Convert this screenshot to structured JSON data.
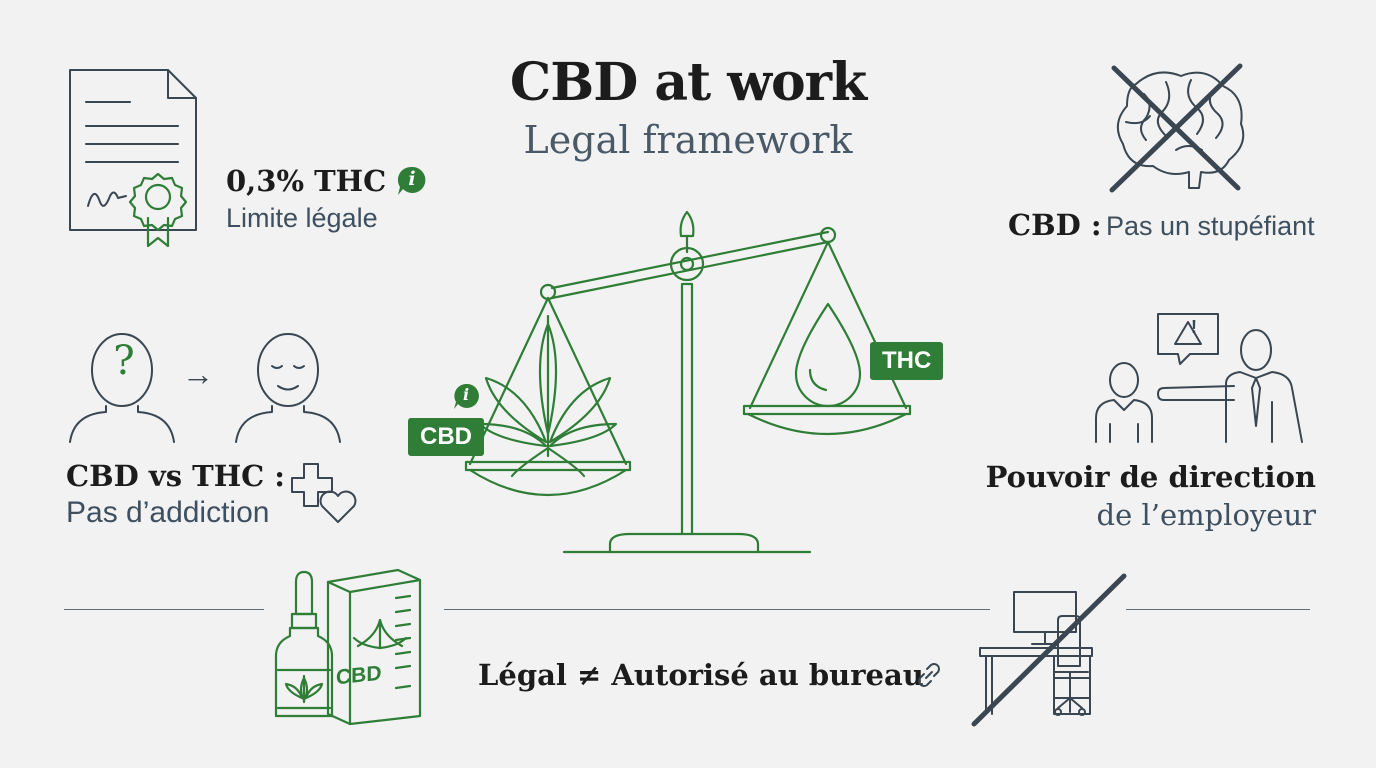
{
  "header": {
    "title": "CBD at work",
    "subtitle": "Legal framework"
  },
  "thc_limit": {
    "value": "0,3% THC",
    "label": "Limite légale"
  },
  "narcotic": {
    "bold": "CBD :",
    "text": "Pas un stupéfiant"
  },
  "addiction": {
    "bold": "CBD vs THC :",
    "text": "Pas d’addiction"
  },
  "employer": {
    "bold": "Pouvoir de direction",
    "text": "de l’employeur"
  },
  "scale": {
    "left_tag": "CBD",
    "right_tag": "THC"
  },
  "product": {
    "box_label": "CBD"
  },
  "office": {
    "text": "Légal ≠ Autorisé au bureau"
  },
  "icons": {
    "info_glyph": "i",
    "question_glyph": "?",
    "warning_glyph": "!",
    "arrow_glyph": "→"
  },
  "colors": {
    "green": "#2f7d36",
    "slate": "#3a4652",
    "background": "#f1f2f1"
  }
}
